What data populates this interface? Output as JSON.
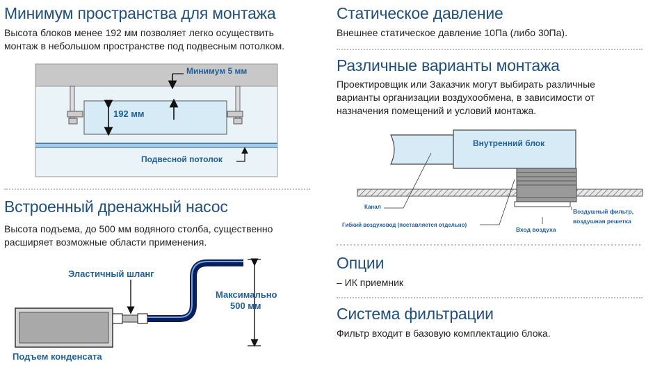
{
  "left": {
    "mounting": {
      "title": "Минимум пространства для монтажа",
      "text_line1": "Высота блоков менее 192 мм позволяет легко осуществить",
      "text_line2": "монтаж в небольшом пространстве под подвесным потолком.",
      "label_min": "Минимум 5 мм",
      "label_height": "192 мм",
      "label_ceiling": "Подвесной потолок"
    },
    "pump": {
      "title": "Встроенный дренажный насос",
      "text_line1": "Высота подъема, до 500 мм водяного столба, существенно",
      "text_line2": "расширяет возможные области применения.",
      "label_hose": "Эластичный шланг",
      "label_max_line1": "Максимально",
      "label_max_line2": "500 мм",
      "label_lift": "Подъем конденсата"
    }
  },
  "right": {
    "pressure": {
      "title": "Статическое давление",
      "text": "Внешнее статическое давление 10Па (либо 30Па)."
    },
    "variants": {
      "title": "Различные варианты монтажа",
      "text_line1": "Проектировщик или Заказчик могут выбирать различные",
      "text_line2": "варианты организации воздухообмена, в зависимости от",
      "text_line3": "назначения помещений и условий монтажа.",
      "label_unit": "Внутренний блок",
      "label_channel": "Канал",
      "label_flex": "Гибкий воздуховод (поставляется отдельно)",
      "label_filter_line1": "Воздушный фильтр,",
      "label_filter_line2": "воздушная решетка",
      "label_inlet": "Вход воздуха"
    },
    "options": {
      "title": "Опции",
      "text": "– ИК приемник"
    },
    "filtration": {
      "title": "Система фильтрации",
      "text": "Фильтр входит в базовую комплектацию блока."
    }
  }
}
